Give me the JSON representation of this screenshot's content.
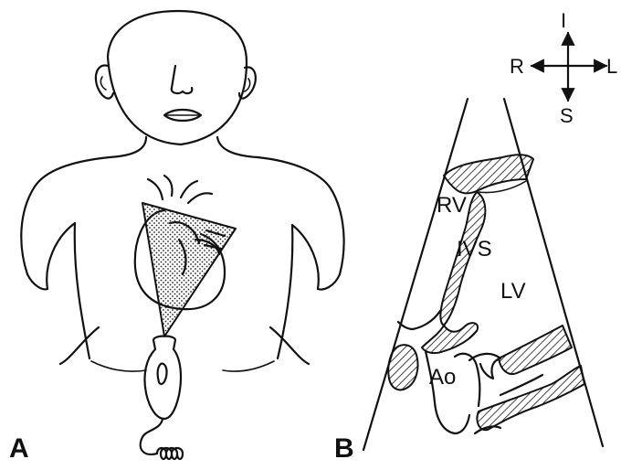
{
  "panels": {
    "a_label": "A",
    "b_label": "B"
  },
  "structures": {
    "rv": "RV",
    "ivs": "IVS",
    "lv": "LV",
    "ao": "Ao"
  },
  "orientation": {
    "top": "I",
    "bottom": "S",
    "left": "R",
    "right": "L"
  }
}
